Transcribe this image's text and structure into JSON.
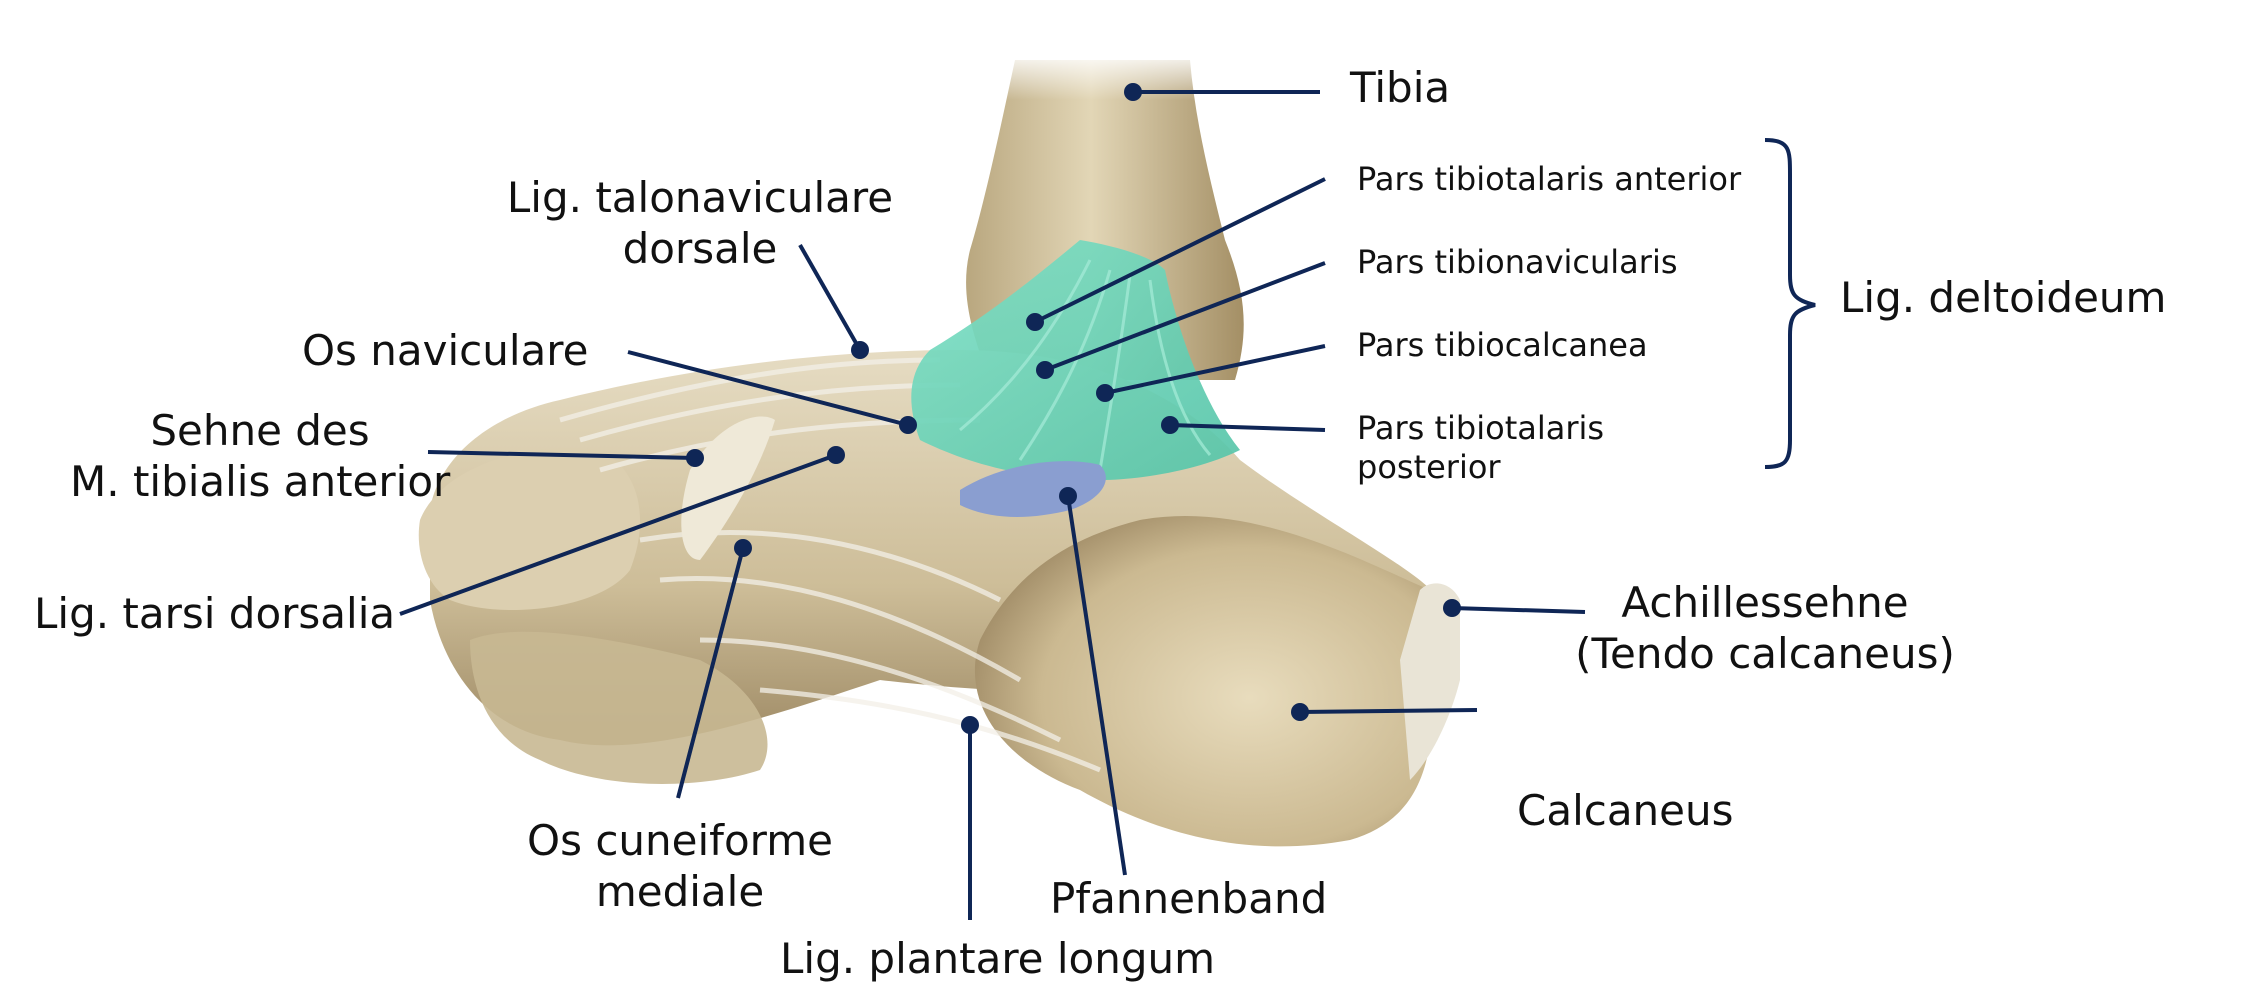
{
  "labels": {
    "tibia": "Tibia",
    "lig_talonaviculare_1": "Lig. talonaviculare",
    "lig_talonaviculare_2": "dorsale",
    "os_naviculare": "Os naviculare",
    "sehne_1": "Sehne des",
    "sehne_2": "M. tibialis anterior",
    "lig_tarsi": "Lig. tarsi dorsalia",
    "os_cuneiforme_1": "Os cuneiforme",
    "os_cuneiforme_2": "mediale",
    "lig_plantare": "Lig. plantare longum",
    "pfannenband": "Pfannenband",
    "calcaneus": "Calcaneus",
    "achilles_1": "Achillessehne",
    "achilles_2": "(Tendo calcaneus)",
    "lig_deltoideum": "Lig. deltoideum",
    "pars_1": "Pars tibiotalaris anterior",
    "pars_2": "Pars tibionavicularis",
    "pars_3": "Pars tibiocalcanea",
    "pars_4a": "Pars tibiotalaris",
    "pars_4b": "posterior"
  },
  "colors": {
    "leader": "#0f2656",
    "deltoid": "#6fd6bc",
    "pfannenband": "#8a9ed0",
    "bone": "#d8c9a6",
    "bone_shadow": "#a89670",
    "ligament": "#e9e6de"
  }
}
